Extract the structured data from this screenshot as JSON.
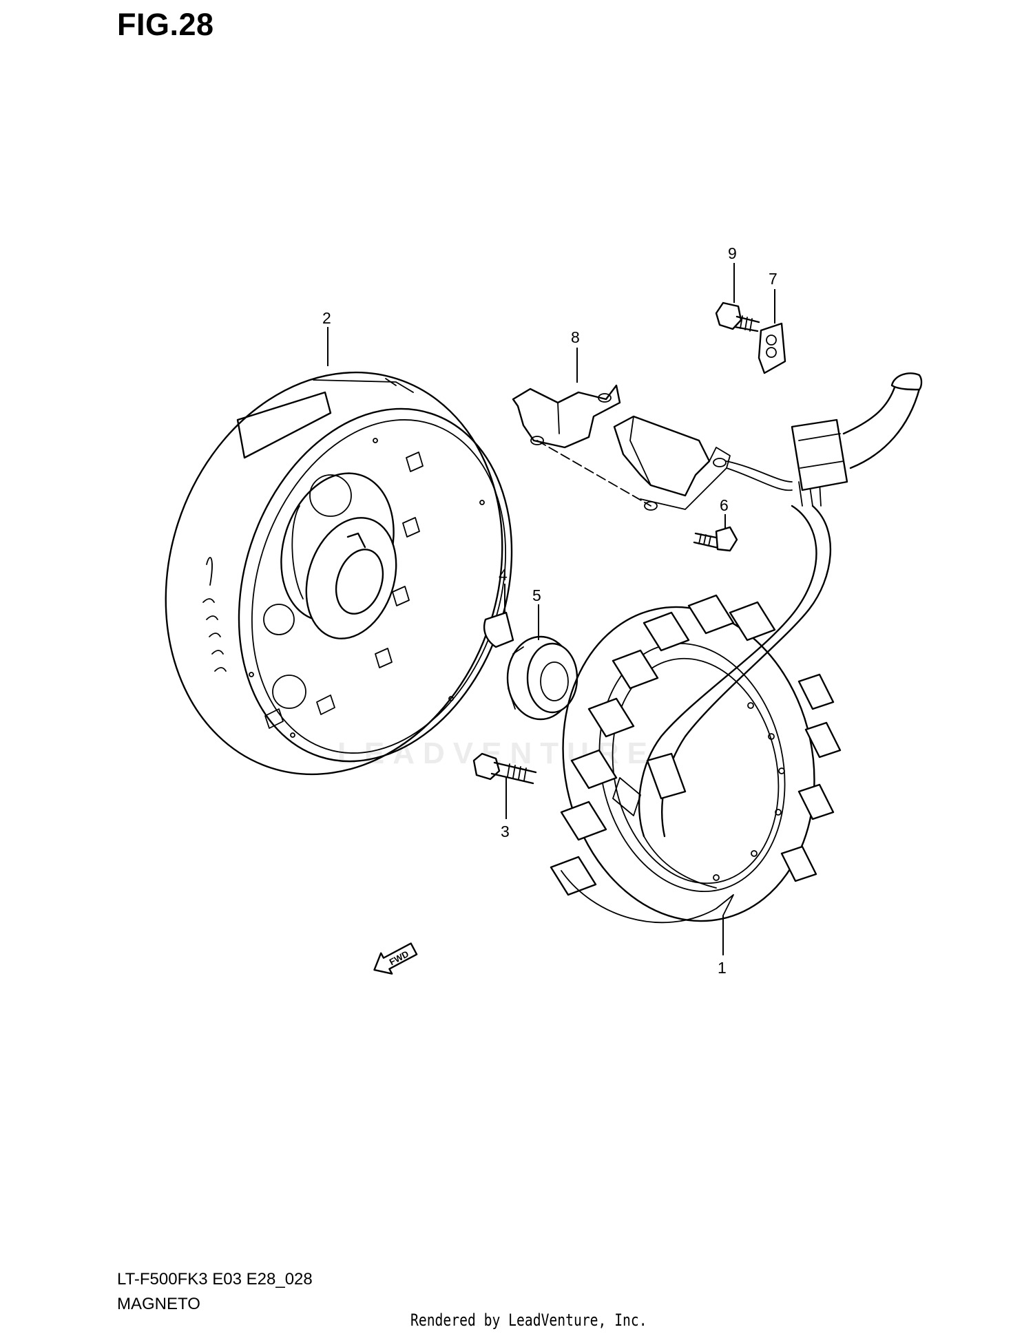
{
  "figure": {
    "title": "FIG.28"
  },
  "callouts": [
    "1",
    "2",
    "3",
    "4",
    "5",
    "6",
    "7",
    "8",
    "9"
  ],
  "fwd_label": "FWD",
  "watermark": "LEADVENTURE",
  "footer": {
    "model_code": "LT-F500FK3 E03 E28_028",
    "section_name": "MAGNETO",
    "rendered_by": "Rendered by LeadVenture, Inc."
  }
}
